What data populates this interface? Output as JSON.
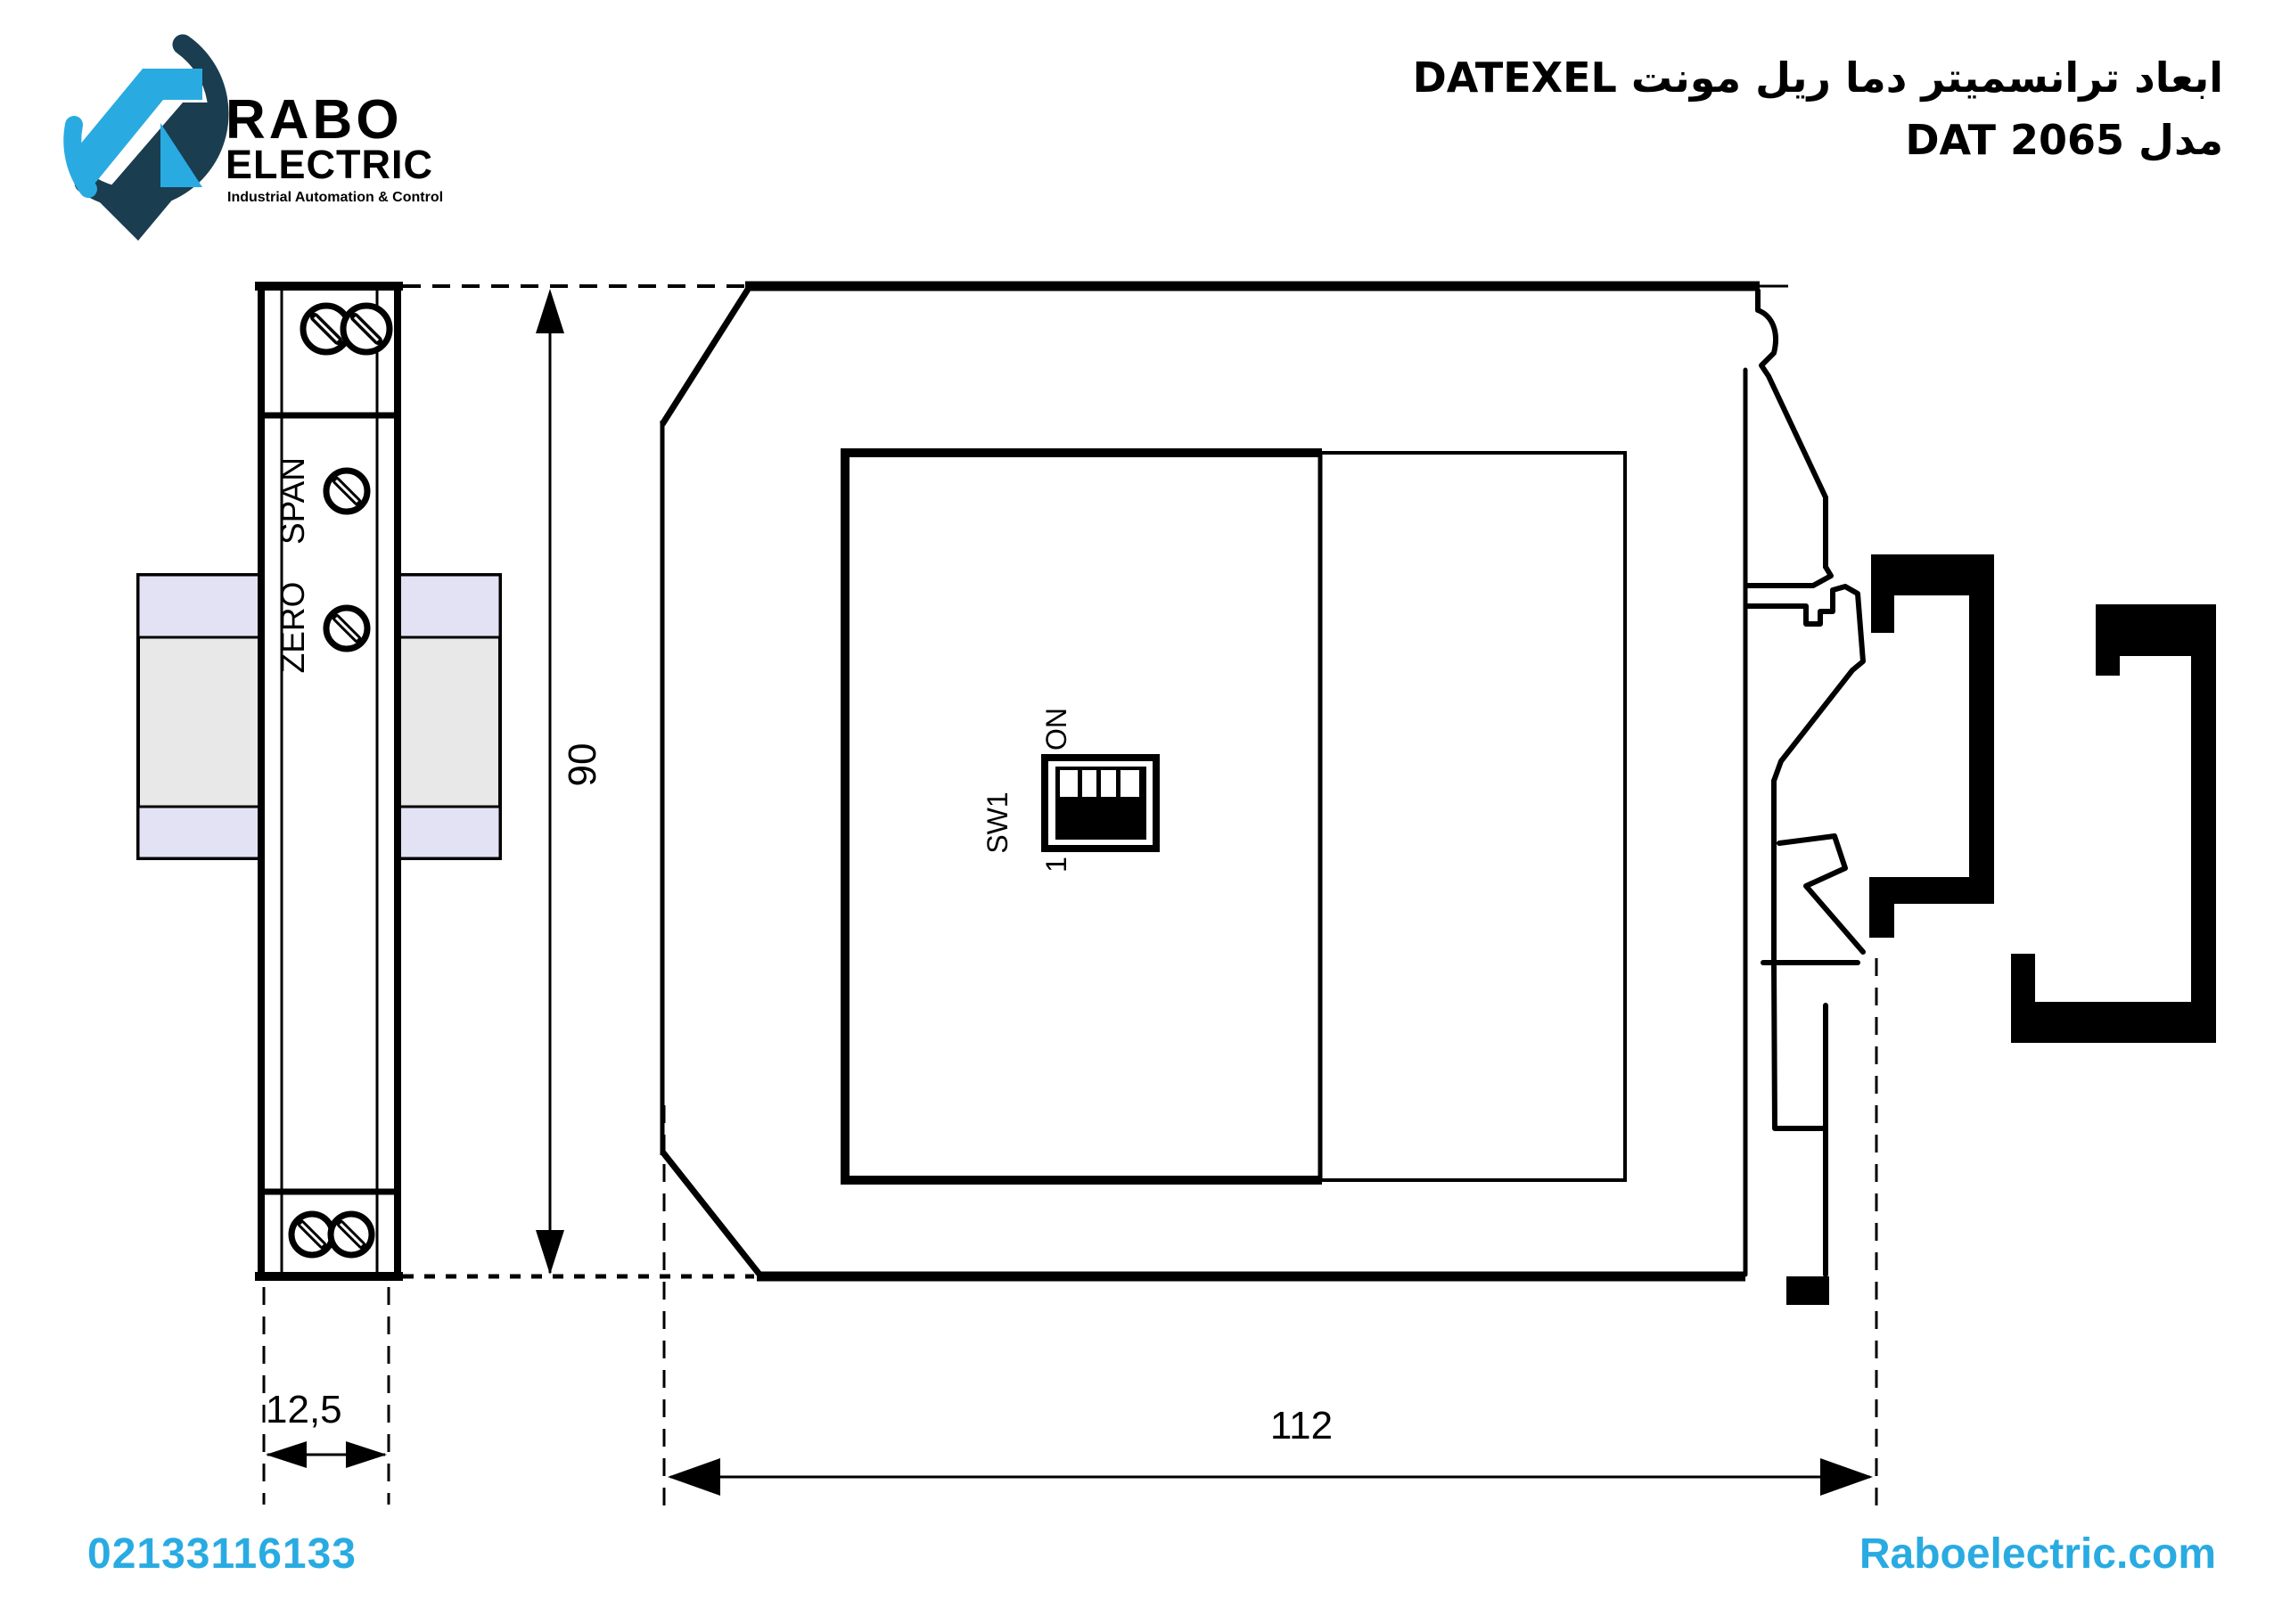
{
  "logo": {
    "rabo": "RABO",
    "electric": "ELECTRIC",
    "tagline": "Industrial Automation & Control"
  },
  "header": {
    "title_line1": "ابعاد ترانسمیتر دما ریل مونت  DATEXEL",
    "title_line2": "مدل DAT 2065"
  },
  "side_view": {
    "span": "SPAN",
    "zero": "ZERO"
  },
  "front_view": {
    "sw1": "SW1",
    "on": "ON",
    "one": "1"
  },
  "dims": {
    "height": "90",
    "width": "112",
    "depth": "12,5"
  },
  "footer": {
    "phone": "02133116133",
    "website": "Raboelectric.com"
  },
  "colors": {
    "accent": "#29ABE2",
    "navy": "#1B3D50",
    "line": "#000000",
    "rail_gray": "#E8E8E8",
    "rail_lavender": "#E2E2F4"
  }
}
